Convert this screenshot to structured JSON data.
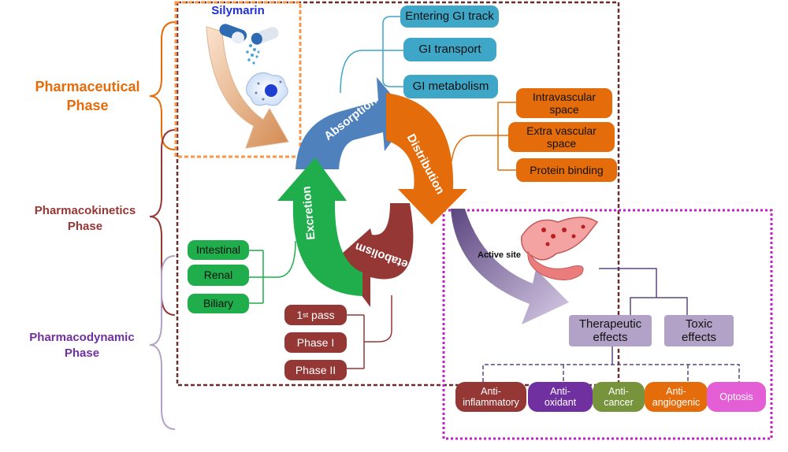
{
  "drug": {
    "name": "Silymarin"
  },
  "phases": {
    "pharmaceutical": [
      "Pharmaceutical",
      "Phase"
    ],
    "pharmacokinetics": [
      "Pharmacokinetics",
      "Phase"
    ],
    "pharmacodynamic": [
      "Pharmacodynamic",
      "Phase"
    ]
  },
  "cycle": {
    "absorption": "Absorption",
    "distribution": "Distribution",
    "metabolism": "Metabolism",
    "excretion": "Excretion"
  },
  "absorption_items": [
    "Entering GI track",
    "GI transport",
    "GI metabolism"
  ],
  "distribution_items": [
    [
      "Intravascular",
      "space"
    ],
    [
      "Extra vascular",
      "space"
    ],
    [
      "Protein binding"
    ]
  ],
  "excretion_items": [
    "Intestinal",
    "Renal",
    "Biliary"
  ],
  "metabolism_items": {
    "first_pass_num": "1",
    "first_pass_sup": "st",
    "first_pass_rest": " pass",
    "phase1": "Phase I",
    "phase2": "Phase II"
  },
  "active_site": "Active site",
  "effects": {
    "therapeutic": [
      "Therapeutic",
      "effects"
    ],
    "toxic": [
      "Toxic",
      "effects"
    ]
  },
  "therapeutic_list": [
    {
      "lines": [
        "Anti-",
        "inflammatory"
      ],
      "color": "#953735"
    },
    {
      "lines": [
        "Anti-",
        "oxidant"
      ],
      "color": "#7030a0"
    },
    {
      "lines": [
        "Anti-",
        "cancer"
      ],
      "color": "#77933c"
    },
    {
      "lines": [
        "Anti-",
        "angiogenic"
      ],
      "color": "#e46c0a"
    },
    {
      "lines": [
        "Optosis"
      ],
      "color": "#e45fd6"
    }
  ],
  "colors": {
    "pharmaceutical": "#e46c0a",
    "pharmacokinetics": "#953735",
    "pharmacodynamic": "#7030a0",
    "absorption": "#4f81bd",
    "distribution": "#e46c0a",
    "metabolism": "#953735",
    "excretion": "#1fae4b"
  }
}
